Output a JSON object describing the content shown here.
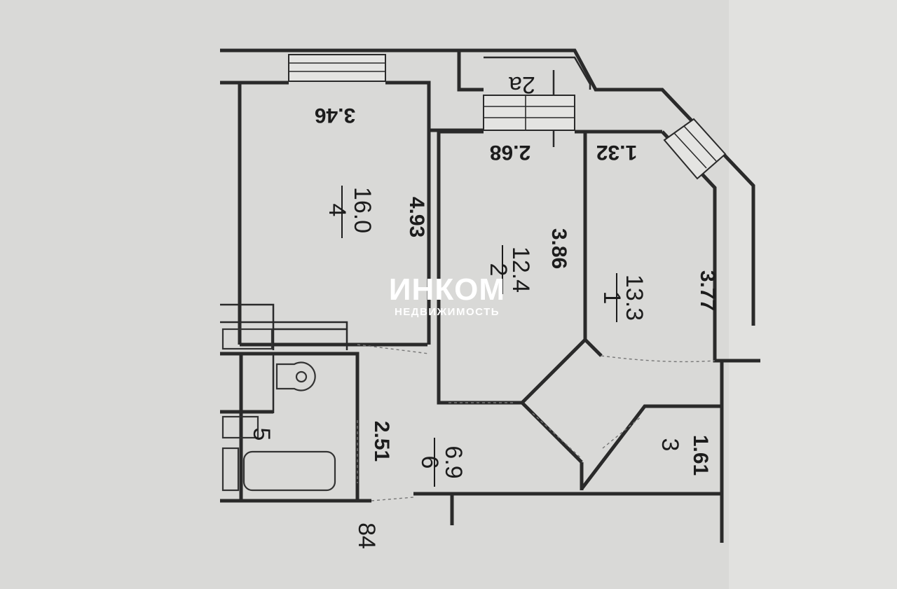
{
  "plan": {
    "rooms": [
      {
        "number": "4",
        "area": "16.0"
      },
      {
        "number": "2",
        "area": "12.4"
      },
      {
        "number": "1",
        "area": "13.3"
      },
      {
        "number": "3",
        "area": ""
      },
      {
        "number": "5",
        "area": ""
      },
      {
        "number": "6",
        "area": "6.9"
      }
    ],
    "dimensions": {
      "room4_width": "3.46",
      "room4_length": "4.93",
      "room2_width": "2.68",
      "room2_length": "3.86",
      "room1_width": "1.32",
      "room1_length": "3.77",
      "room3_length": "1.61",
      "room6_length": "2.51"
    },
    "balcony_label": "2а",
    "page_number": "84"
  },
  "watermark": {
    "brand": "ИНКОМ",
    "subtitle": "НЕДВИЖИМОСТЬ"
  }
}
